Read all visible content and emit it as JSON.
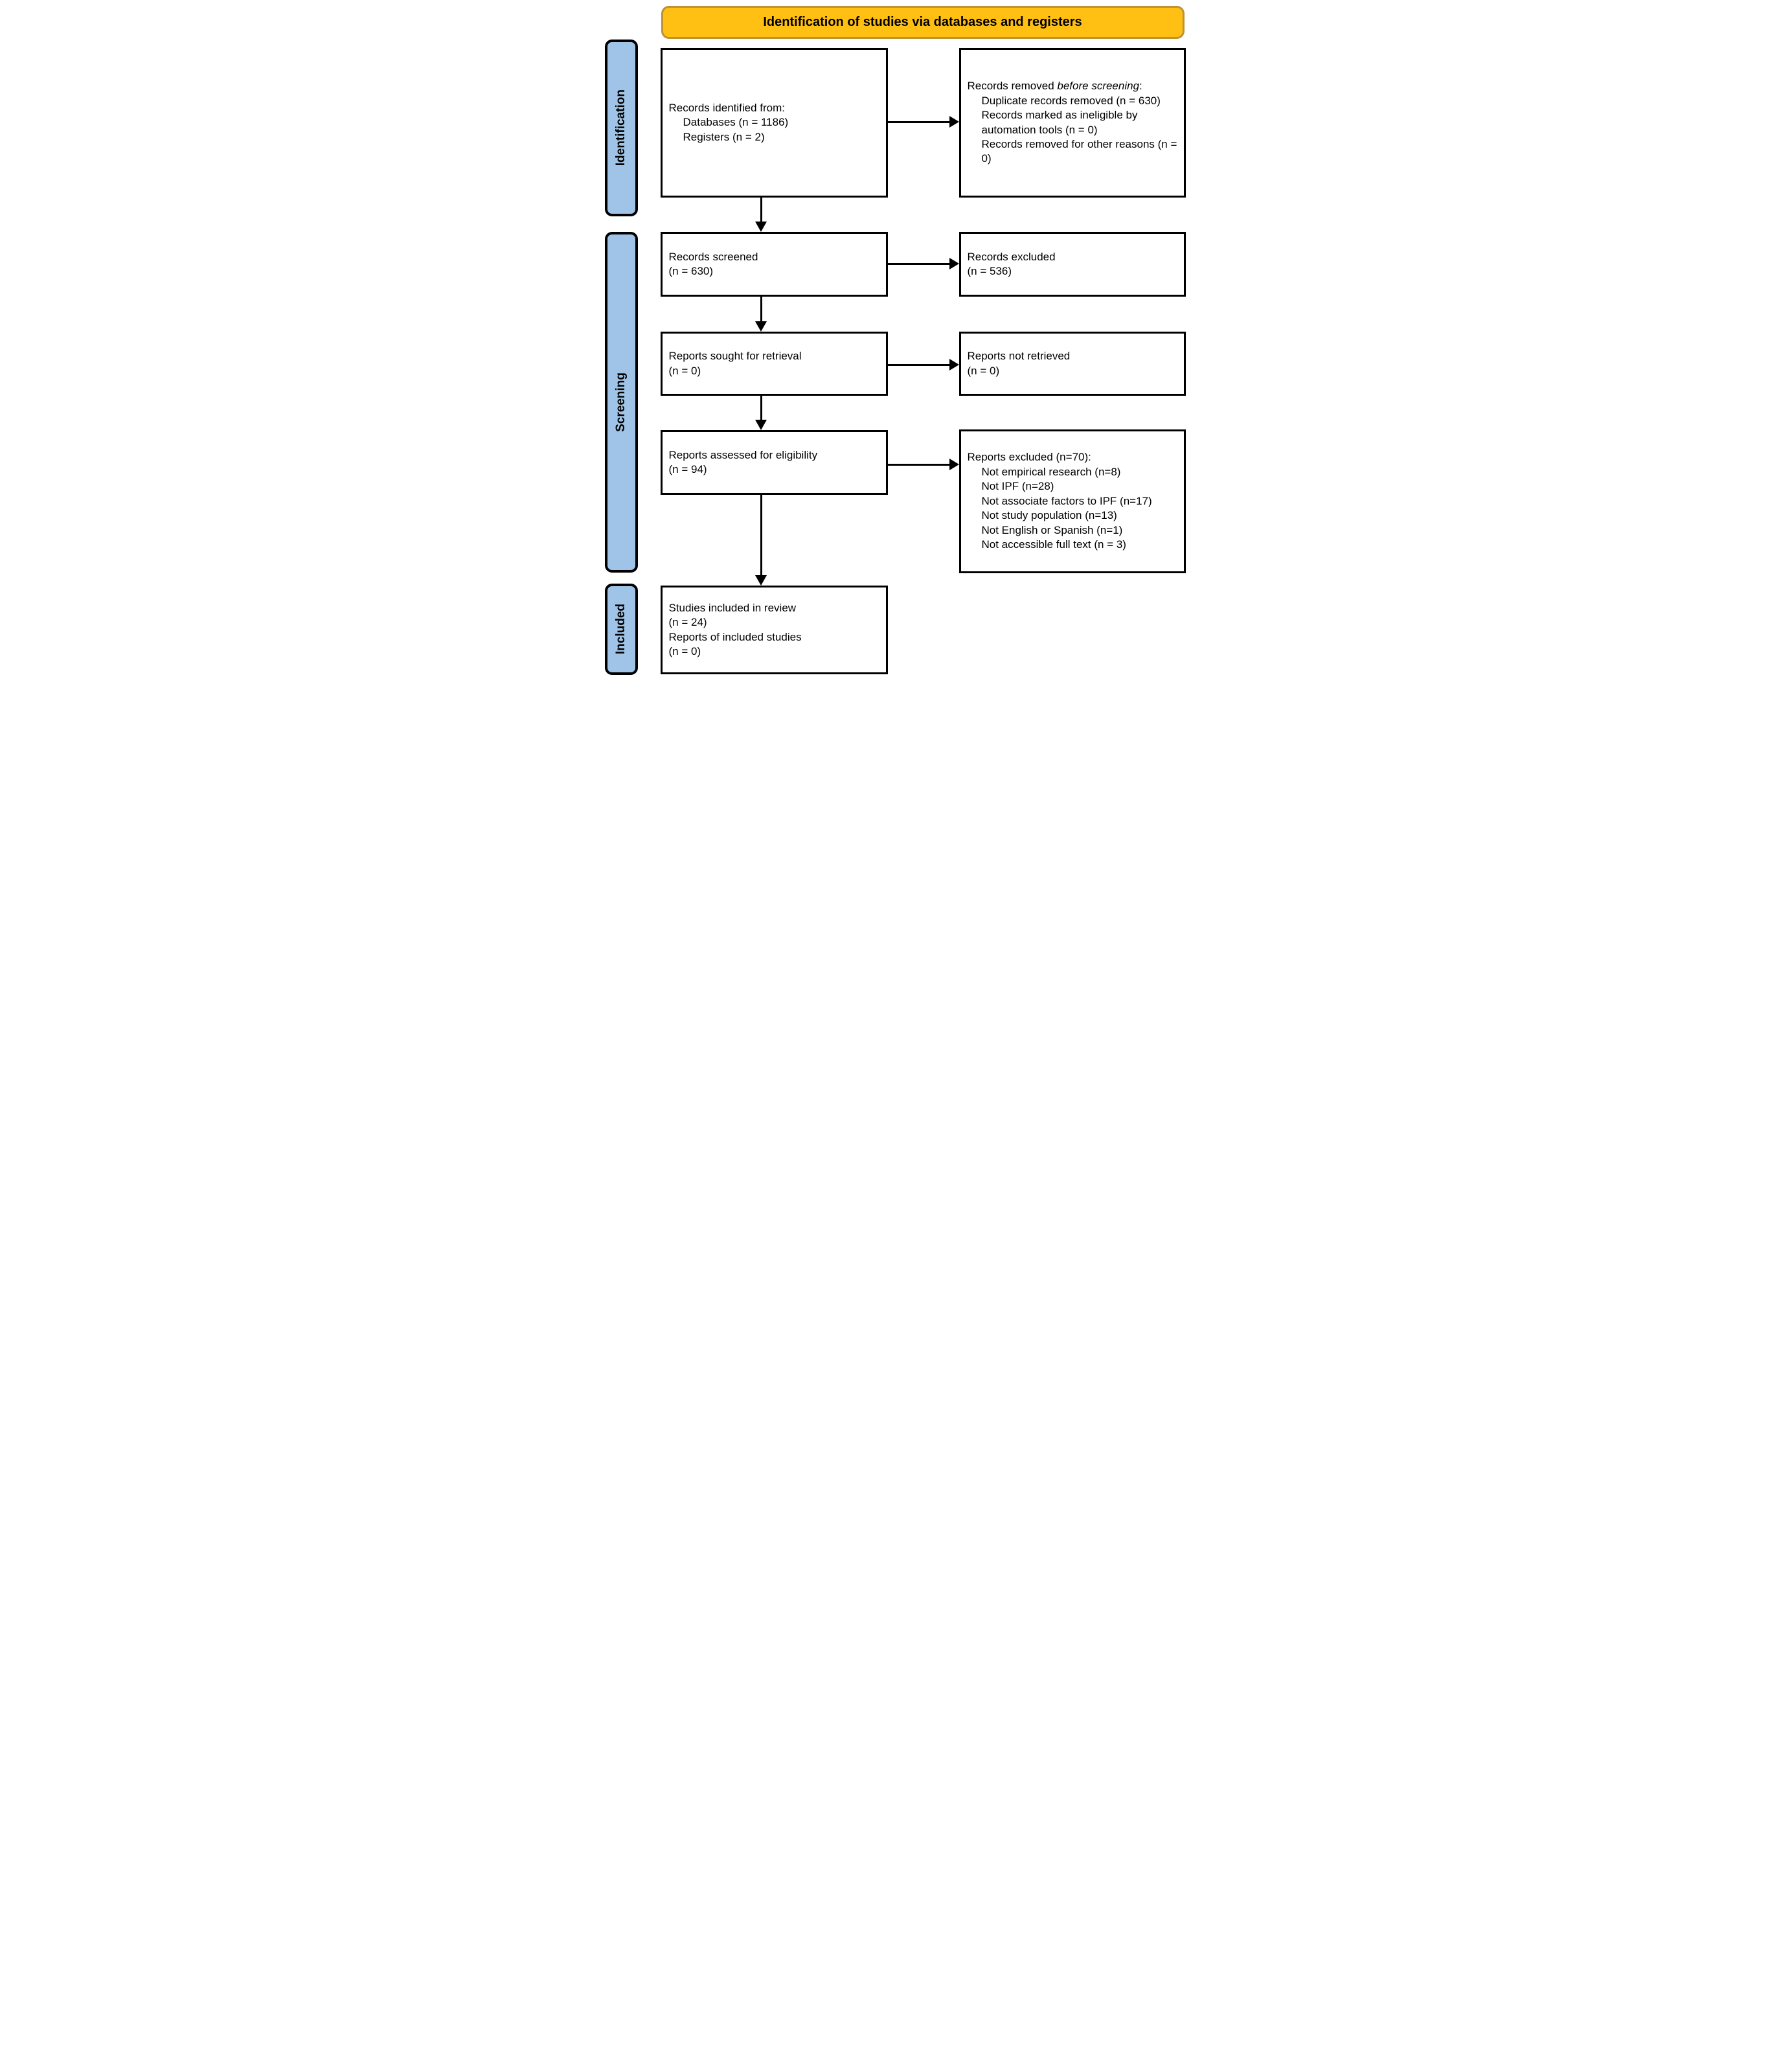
{
  "banner": {
    "title": "Identification of studies via databases and registers"
  },
  "stages": {
    "identification": "Identification",
    "screening": "Screening",
    "included": "Included"
  },
  "boxes": {
    "records_identified": {
      "title": "Records identified from:",
      "items": [
        "Databases (n = 1186)",
        "Registers (n = 2)"
      ]
    },
    "records_removed": {
      "title_prefix": "Records removed ",
      "title_italic": "before screening",
      "title_suffix": ":",
      "items": [
        "Duplicate records removed (n = 630)",
        "Records marked as ineligible by automation tools (n = 0)",
        "Records removed for other reasons (n = 0)"
      ]
    },
    "records_screened": {
      "lines": [
        "Records screened",
        "(n = 630)"
      ]
    },
    "records_excluded": {
      "lines": [
        "Records excluded",
        "(n = 536)"
      ]
    },
    "reports_sought": {
      "lines": [
        "Reports sought for retrieval",
        "(n = 0)"
      ]
    },
    "reports_not_retrieved": {
      "lines": [
        "Reports not retrieved",
        "(n = 0)"
      ]
    },
    "reports_assessed": {
      "lines": [
        "Reports assessed for eligibility",
        "(n = 94)"
      ]
    },
    "reports_excluded": {
      "title": "Reports excluded (n=70):",
      "items": [
        "Not empirical research (n=8)",
        "Not IPF (n=28)",
        "Not associate factors to IPF (n=17)",
        "Not study population (n=13)",
        "Not English or Spanish (n=1)",
        "Not accessible full text (n = 3)"
      ]
    },
    "studies_included": {
      "lines": [
        "Studies included in review",
        "(n = 24)",
        "Reports of included studies",
        "(n = 0)"
      ]
    }
  },
  "colors": {
    "banner_bg": "#FFC013",
    "banner_border": "#BD9232",
    "stage_bg": "#9FC4E7",
    "box_border": "#000000",
    "arrow": "#000000"
  }
}
